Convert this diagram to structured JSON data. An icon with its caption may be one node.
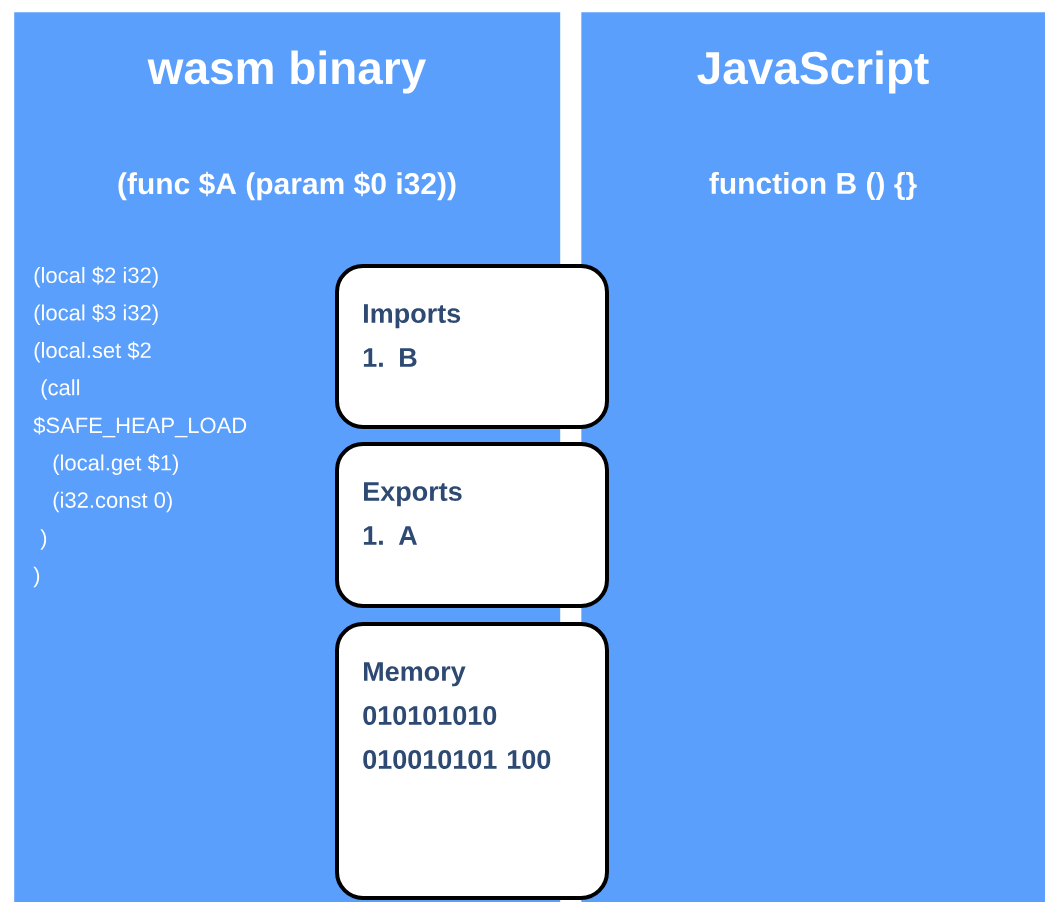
{
  "diagram": {
    "nodes": [
      {
        "text": [
          "wasm binary",
          "(func $A (param $0 i32))"
        ]
      },
      {
        "text": [
          "JavaScript",
          "function B () {}"
        ]
      },
      {
        "text": [
          "Imports",
          "1. B"
        ]
      },
      {
        "text": [
          "Exports",
          "1. A"
        ]
      },
      {
        "text": [
          "Memory",
          "010101010 010010101 100"
        ]
      }
    ],
    "edges": [],
    "labels": [
      "(local $2 i32)",
      "(local $3 i32)",
      "(local.set $2",
      "(call",
      "$SAFE_HEAP_LOAD",
      "(local.get $1)",
      "(i32.const 0)",
      ")",
      ")"
    ]
  }
}
